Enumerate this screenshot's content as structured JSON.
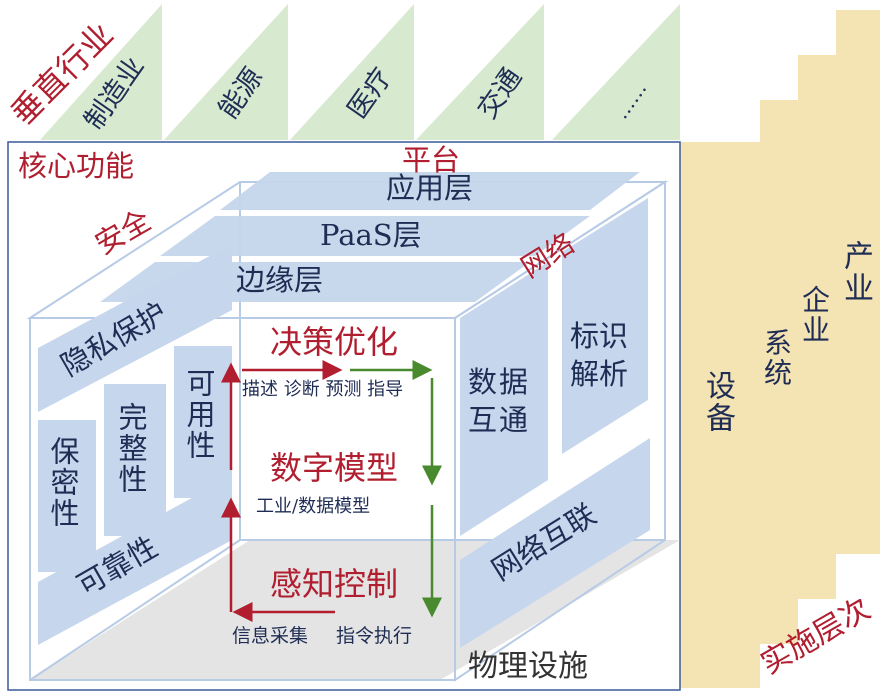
{
  "industries": {
    "title": "垂直行业",
    "items": [
      "制造业",
      "能源",
      "医疗",
      "交通",
      "……"
    ]
  },
  "implementation": {
    "title": "实施层次",
    "levels": [
      "设备",
      "系统",
      "企业",
      "产业"
    ]
  },
  "core": {
    "title": "核心功能",
    "platform": "平台",
    "security": "安全",
    "network": "网络",
    "physical": "物理设施",
    "platform_layers": [
      "应用层",
      "PaaS层",
      "边缘层"
    ],
    "security_items": [
      "隐私保护",
      "保密性",
      "完整性",
      "可用性",
      "可靠性"
    ],
    "network_items": [
      "数据互通",
      "标识解析",
      "网络互联"
    ]
  },
  "loop": {
    "decision": "决策优化",
    "decision_sub": "描述 诊断 预测 指导",
    "model": "数字模型",
    "model_sub": "工业/数据模型",
    "sense": "感知控制",
    "sense_sub_left": "信息采集",
    "sense_sub_right": "指令执行"
  },
  "colors": {
    "title_red": "#b01e2f",
    "text_navy": "#1f2d55",
    "panel_blue": "#c6d6ec",
    "frame_blue": "#3a5a98",
    "industry_green": "#d7e9cf",
    "level_beige": "#f4e4b3",
    "arrow_red": "#b01e2f",
    "arrow_green": "#4a8a2e"
  }
}
